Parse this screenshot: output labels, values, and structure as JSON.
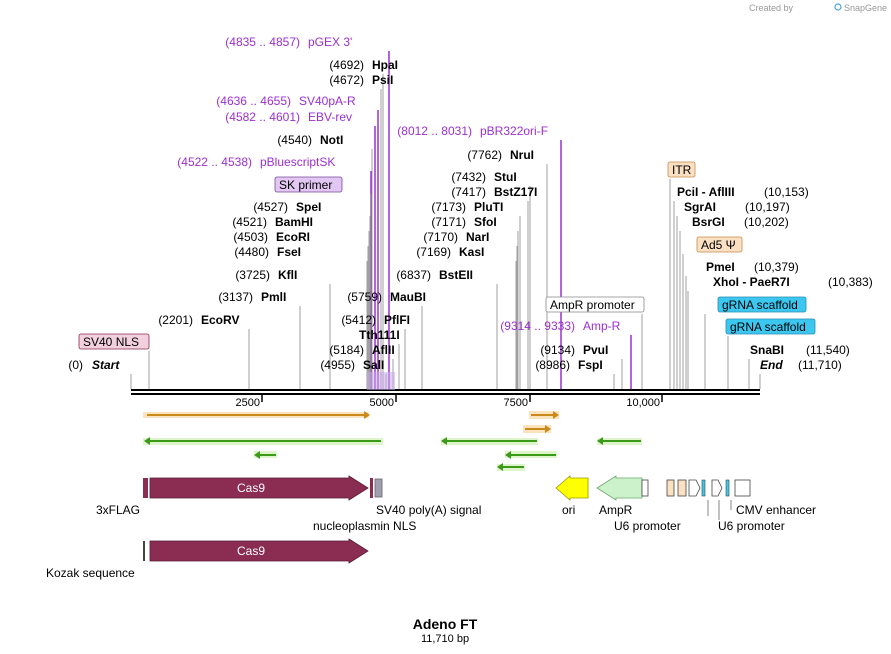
{
  "credit": {
    "prefix": "Created by",
    "brand": "SnapGene"
  },
  "title": "Adeno FT",
  "length": "11,710 bp",
  "axis_ticks": [
    "2500",
    "5000",
    "7500",
    "10,000"
  ],
  "sites": [
    {
      "pos": "(4835 .. 4857)",
      "name": "pGEX 3'",
      "primer": true
    },
    {
      "pos": "(4692)",
      "name": "HpaI"
    },
    {
      "pos": "(4672)",
      "name": "PsiI"
    },
    {
      "pos": "(4636 .. 4655)",
      "name": "SV40pA-R",
      "primer": true
    },
    {
      "pos": "(4582 .. 4601)",
      "name": "EBV-rev",
      "primer": true
    },
    {
      "pos": "(4540)",
      "name": "NotI"
    },
    {
      "pos": "(4522 .. 4538)",
      "name": "pBluescriptSK",
      "primer": true
    },
    {
      "pos": "",
      "name": "SK primer",
      "boxed": true
    },
    {
      "pos": "(4527)",
      "name": "SpeI"
    },
    {
      "pos": "(4521)",
      "name": "BamHI"
    },
    {
      "pos": "(4503)",
      "name": "EcoRI"
    },
    {
      "pos": "(4480)",
      "name": "FseI"
    },
    {
      "pos": "(3725)",
      "name": "KflI"
    },
    {
      "pos": "(3137)",
      "name": "PmlI"
    },
    {
      "pos": "(2201)",
      "name": "EcoRV"
    },
    {
      "pos": "",
      "name": "SV40 NLS",
      "boxed": true
    },
    {
      "pos": "(0)",
      "name": "Start",
      "italic": true
    },
    {
      "pos": "(5759)",
      "name": "MauBI"
    },
    {
      "pos": "(5412)",
      "name": "PflFI"
    },
    {
      "pos": "",
      "name": "Tth111I"
    },
    {
      "pos": "(5184)",
      "name": "AflII"
    },
    {
      "pos": "(4955)",
      "name": "SalI"
    },
    {
      "pos": "(8012 .. 8031)",
      "name": "pBR322ori-F",
      "primer": true
    },
    {
      "pos": "(7762)",
      "name": "NruI"
    },
    {
      "pos": "(7432)",
      "name": "StuI"
    },
    {
      "pos": "(7417)",
      "name": "BstZ17I"
    },
    {
      "pos": "(7173)",
      "name": "PluTI"
    },
    {
      "pos": "(7171)",
      "name": "SfoI"
    },
    {
      "pos": "(7170)",
      "name": "NarI"
    },
    {
      "pos": "(7169)",
      "name": "KasI"
    },
    {
      "pos": "(6837)",
      "name": "BstEII"
    },
    {
      "pos": "",
      "name": "AmpR promoter",
      "boxed": true
    },
    {
      "pos": "(9314 .. 9333)",
      "name": "Amp-R",
      "primer": true
    },
    {
      "pos": "(9134)",
      "name": "PvuI"
    },
    {
      "pos": "(8986)",
      "name": "FspI"
    },
    {
      "pos": "",
      "name": "ITR",
      "boxed": true
    },
    {
      "pos": "(10,153)",
      "name": "PciI - AflIII"
    },
    {
      "pos": "(10,197)",
      "name": "SgrAI"
    },
    {
      "pos": "(10,202)",
      "name": "BsrGI"
    },
    {
      "pos": "",
      "name": "Ad5 Ψ",
      "boxed": true
    },
    {
      "pos": "(10,379)",
      "name": "PmeI"
    },
    {
      "pos": "(10,383)",
      "name": "XhoI - PaeR7I"
    },
    {
      "pos": "",
      "name": "gRNA scaffold",
      "boxed": true
    },
    {
      "pos": "",
      "name": "gRNA scaffold",
      "boxed": true
    },
    {
      "pos": "(11,540)",
      "name": "SnaBI"
    },
    {
      "pos": "(11,710)",
      "name": "End",
      "italic": true
    }
  ],
  "features": [
    {
      "name": "Cas9",
      "type": "cds"
    },
    {
      "name": "Cas9",
      "type": "cds"
    },
    {
      "name": "ori",
      "type": "rep_origin"
    },
    {
      "name": "AmpR",
      "type": "cds"
    }
  ],
  "feature_labels": [
    "3xFLAG",
    "SV40 poly(A) signal",
    "nucleoplasmin NLS",
    "ori",
    "AmpR",
    "U6 promoter",
    "CMV enhancer",
    "U6 promoter",
    "Kozak sequence"
  ],
  "colors": {
    "cas9": "#8b2d52",
    "ori": "#ffff00",
    "ampr": "#ccf2cc",
    "itr": "#fce0c4",
    "grna": "#3cc7f0",
    "primer": "#9b30d0",
    "orf_orange": "#c98a1a",
    "orf_green": "#3c9a1a"
  }
}
